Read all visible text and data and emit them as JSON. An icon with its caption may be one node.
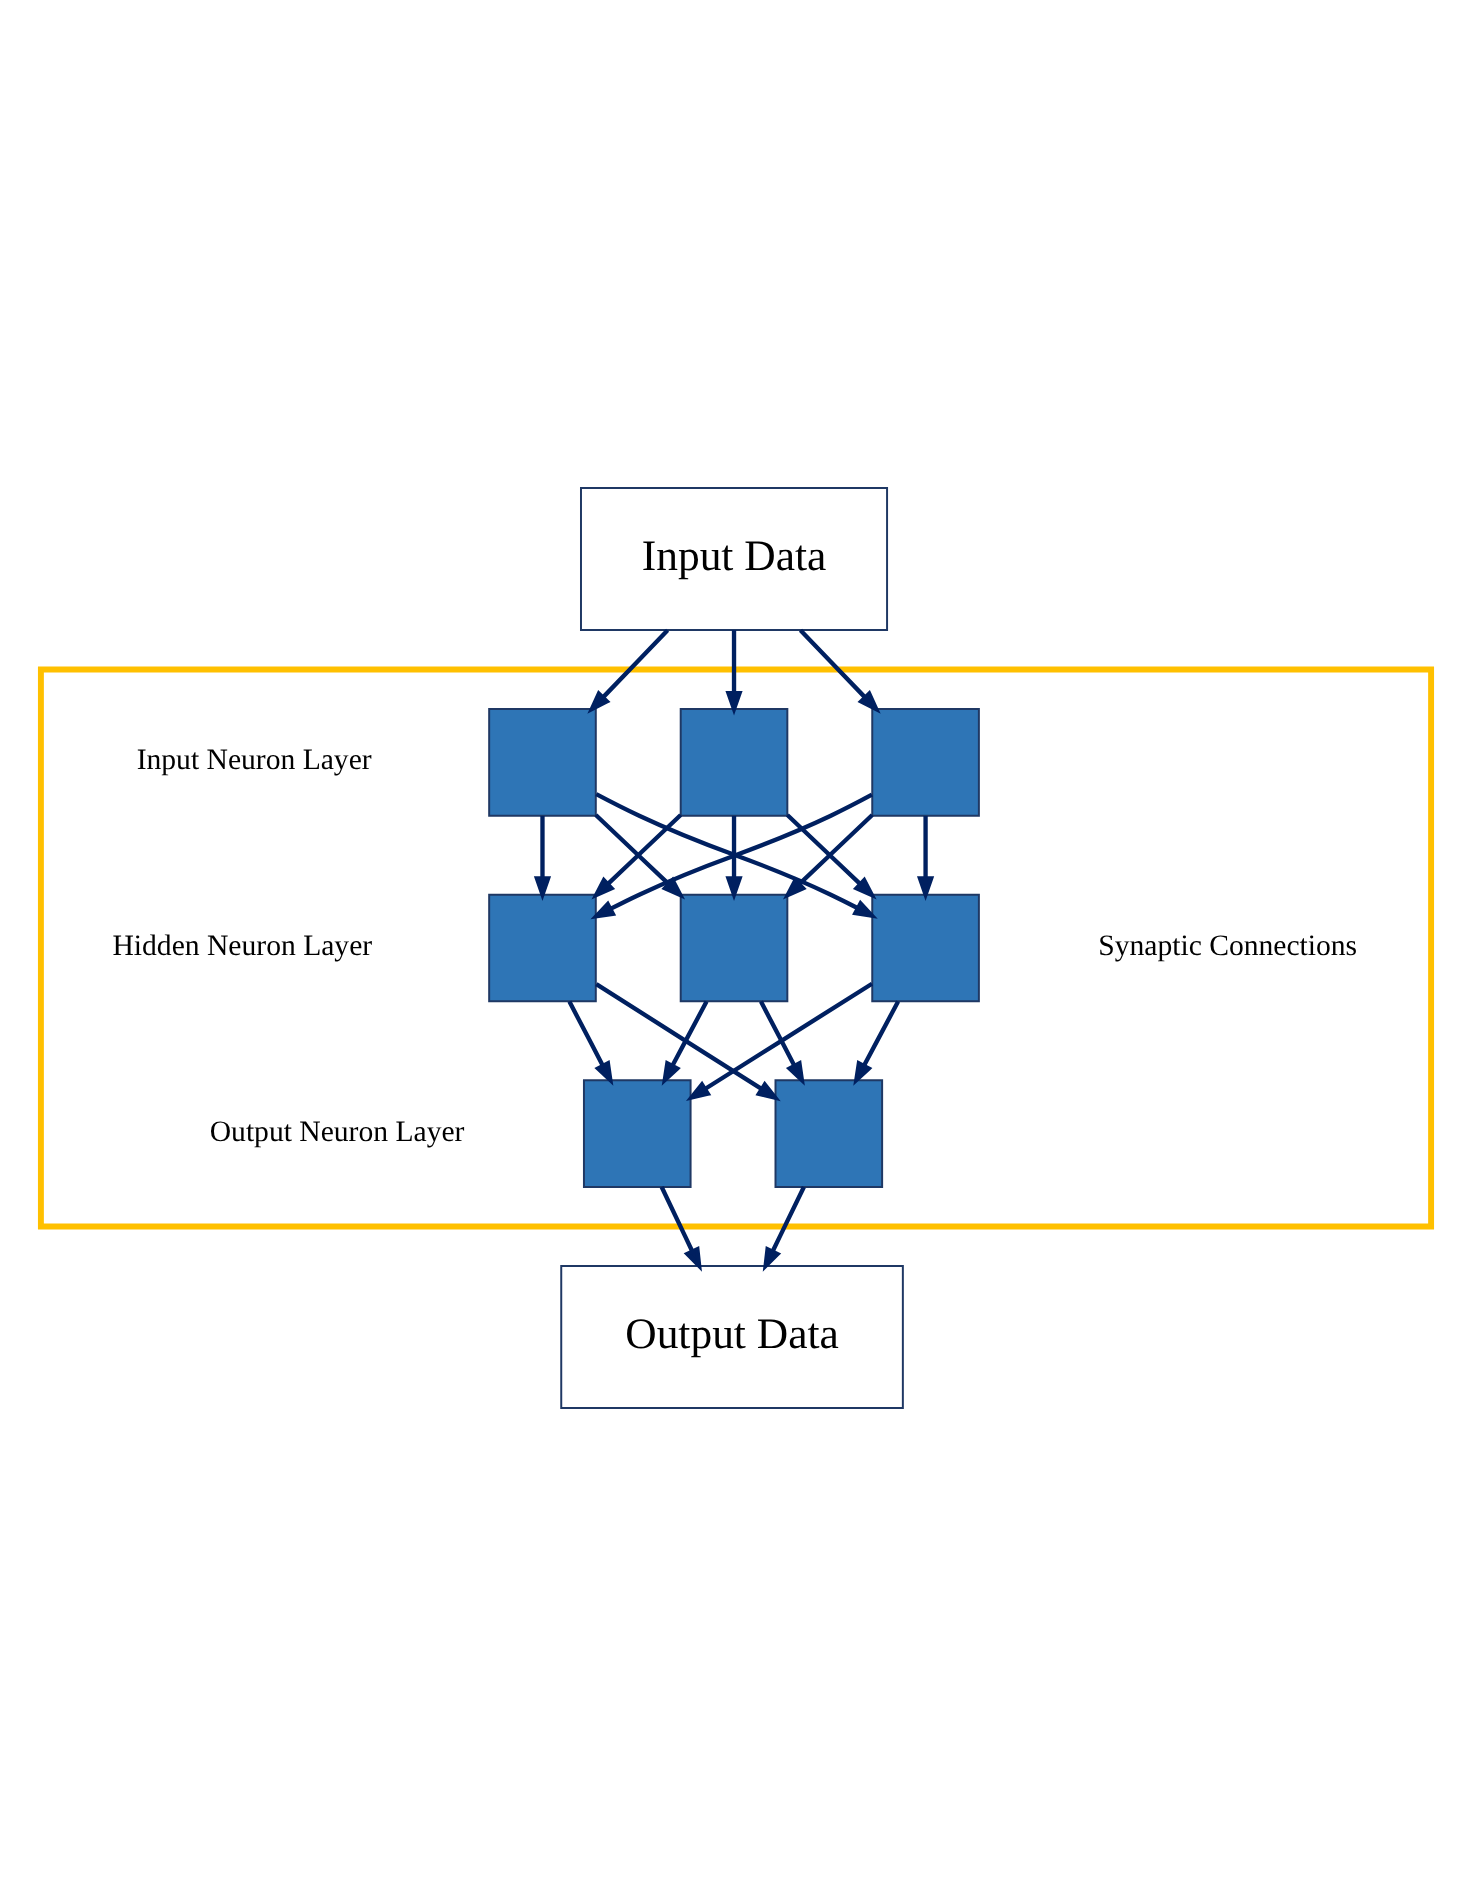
{
  "diagram": {
    "nodes": [
      {
        "text": [
          "Input Data"
        ]
      },
      {
        "text": [],
        "shape": "box"
      },
      {
        "text": [],
        "shape": "box",
        "in": 1
      },
      {
        "text": [],
        "shape": "box",
        "in": 1
      },
      {
        "text": [],
        "shape": "box",
        "in": 1
      },
      {
        "text": [],
        "shape": "box",
        "in": 1
      },
      {
        "text": [],
        "shape": "box",
        "in": 1
      },
      {
        "text": [],
        "shape": "box",
        "in": 1
      },
      {
        "text": [],
        "shape": "box",
        "in": 1
      },
      {
        "text": [],
        "shape": "box",
        "in": 1
      },
      {
        "text": [
          "Output Data"
        ]
      }
    ],
    "edges": [
      {
        "from": 0,
        "to": 2,
        "arrow": "to"
      },
      {
        "from": 0,
        "to": 3,
        "arrow": "to"
      },
      {
        "from": 0,
        "to": 4,
        "arrow": "to"
      },
      {
        "from": 2,
        "to": 5,
        "arrow": "to"
      },
      {
        "from": 2,
        "to": 6,
        "arrow": "to"
      },
      {
        "from": 2,
        "to": 7,
        "arrow": "to"
      },
      {
        "from": 3,
        "to": 5,
        "arrow": "to"
      },
      {
        "from": 3,
        "to": 6,
        "arrow": "to"
      },
      {
        "from": 3,
        "to": 7,
        "arrow": "to"
      },
      {
        "from": 4,
        "to": 5,
        "arrow": "to"
      },
      {
        "from": 4,
        "to": 6,
        "arrow": "to"
      },
      {
        "from": 4,
        "to": 7,
        "arrow": "to"
      },
      {
        "from": 5,
        "to": 8,
        "arrow": "to"
      },
      {
        "from": 5,
        "to": 9,
        "arrow": "to"
      },
      {
        "from": 6,
        "to": 8,
        "arrow": "to"
      },
      {
        "from": 6,
        "to": 9,
        "arrow": "to"
      },
      {
        "from": 7,
        "to": 8,
        "arrow": "to"
      },
      {
        "from": 7,
        "to": 9,
        "arrow": "to"
      },
      {
        "from": 8,
        "to": 10,
        "arrow": "to"
      },
      {
        "from": 9,
        "to": 10,
        "arrow": "to"
      }
    ],
    "labels": [
      "Input Neuron Layer",
      "Hidden Neuron Layer",
      "Output Neuron Layer",
      "Synaptic Connections"
    ]
  }
}
